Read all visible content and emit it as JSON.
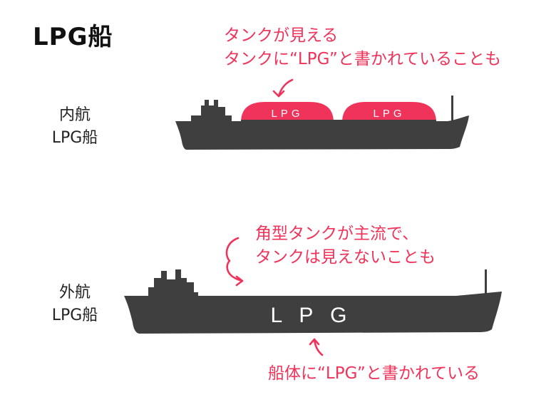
{
  "title": "LPG船",
  "coastal": {
    "label_line1": "内航",
    "label_line2": "LPG船",
    "tank_labels": [
      "LPG",
      "LPG"
    ],
    "note_line1": "タンクが見える",
    "note_line2": "タンクに“LPG”と書かれていることも"
  },
  "ocean": {
    "label_line1": "外航",
    "label_line2": "LPG船",
    "hull_text": "L P G",
    "note_line1": "角型タンクが主流で、",
    "note_line2": "タンクは見えないことも",
    "bottom_note": "船体に“LPG”と書かれている"
  },
  "colors": {
    "accent": "#f0335a",
    "ship": "#3f3f3f",
    "text": "#222222"
  }
}
